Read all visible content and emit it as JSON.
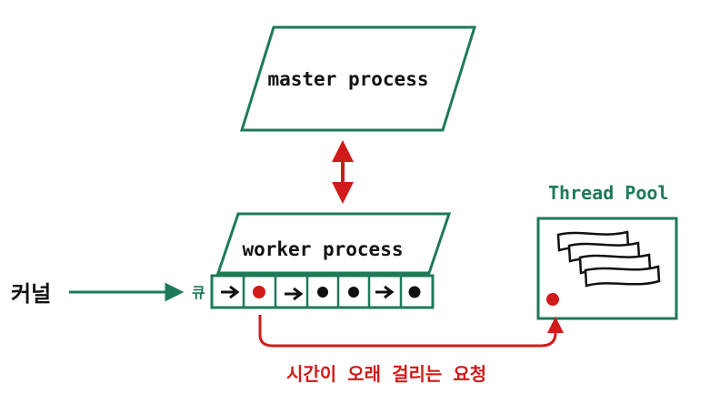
{
  "diagram": {
    "master_label": "master process",
    "worker_label": "worker process",
    "thread_pool_title": "Thread Pool",
    "kernel_label": "커널",
    "queue_label": "큐",
    "long_request_label": "시간이 오래 걸리는 요청",
    "queue_cells": [
      "arrow",
      "red-dot",
      "arrow",
      "dot",
      "dot",
      "arrow",
      "dot"
    ],
    "colors": {
      "green": "#1e7a57",
      "red": "#d11a1a",
      "black": "#111111"
    }
  }
}
